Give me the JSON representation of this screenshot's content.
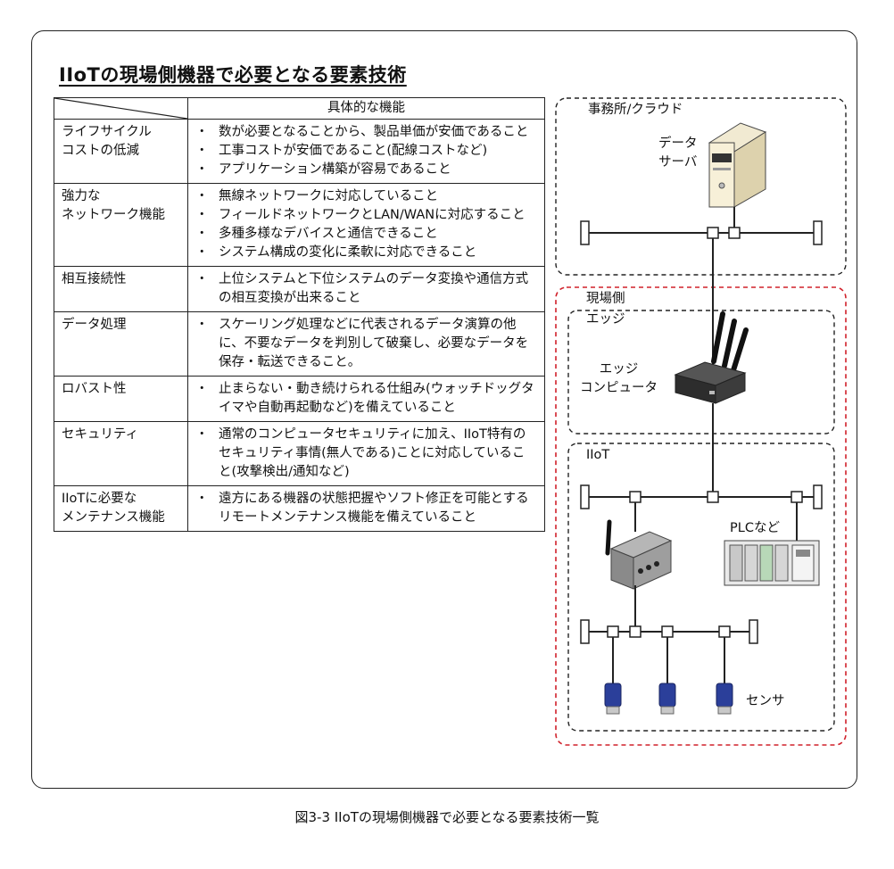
{
  "title": "IIoTの現場側機器で必要となる要素技術",
  "caption": "図3-3 IIoTの現場側機器で必要となる要素技術一覧",
  "table": {
    "header": "具体的な機能",
    "rows": [
      {
        "category": [
          "ライフサイクル",
          "コストの低減"
        ],
        "items": [
          "数が必要となることから、製品単価が安価であること",
          "工事コストが安価であること(配線コストなど)",
          "アプリケーション構築が容易であること"
        ]
      },
      {
        "category": [
          "強力な",
          "ネットワーク機能"
        ],
        "items": [
          "無線ネットワークに対応していること",
          "フィールドネットワークとLAN/WANに対応すること",
          "多種多様なデバイスと通信できること",
          "システム構成の変化に柔軟に対応できること"
        ]
      },
      {
        "category": [
          "相互接続性"
        ],
        "items": [
          "上位システムと下位システムのデータ変換や通信方式の相互変換が出来ること"
        ]
      },
      {
        "category": [
          "データ処理"
        ],
        "items": [
          "スケーリング処理などに代表されるデータ演算の他に、不要なデータを判別して破棄し、必要なデータを保存・転送できること。"
        ]
      },
      {
        "category": [
          "ロバスト性"
        ],
        "items": [
          "止まらない・動き続けられる仕組み(ウォッチドッグタイマや自動再起動など)を備えていること"
        ]
      },
      {
        "category": [
          "セキュリティ"
        ],
        "items": [
          "通常のコンピュータセキュリティに加え、IIoT特有のセキュリティ事情(無人である)ことに対応していること(攻撃検出/通知など)"
        ]
      },
      {
        "category": [
          "IIoTに必要な",
          "メンテナンス機能"
        ],
        "items": [
          "遠方にある機器の状態把握やソフト修正を可能とするリモートメンテナンス機能を備えていること"
        ]
      }
    ]
  },
  "diagram": {
    "office_label": "事務所/クラウド",
    "server_label": [
      "データ",
      "サーバ"
    ],
    "field_label": "現場側",
    "edge_label": "エッジ",
    "edge_computer_label": [
      "エッジ",
      "コンピュータ"
    ],
    "iiot_label": "IIoT",
    "plc_label": "PLCなど",
    "sensor_label": "センサ"
  },
  "colors": {
    "field_border": "#d0202a",
    "dash": "#222222",
    "sensor": "#2b3f9a"
  }
}
